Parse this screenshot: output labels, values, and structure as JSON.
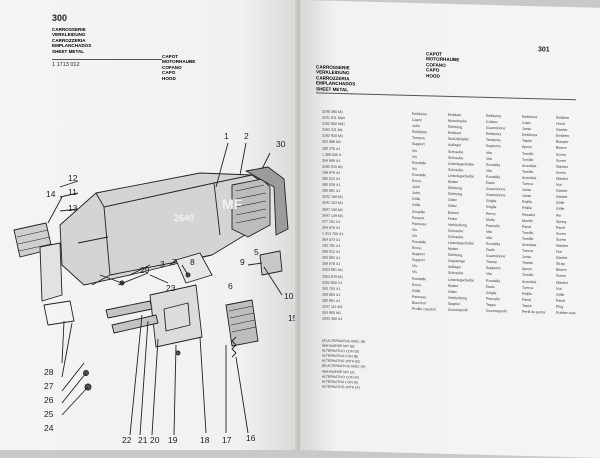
{
  "left_page": {
    "page_number": "300",
    "section_titles": [
      "CARROSSERIE",
      "VERKLEIDUNG",
      "CARROZZERIA",
      "EMPLANCHADOS",
      "SHEET METAL"
    ],
    "subsection_titles": [
      "CAPOT",
      "MOTORHAUBE",
      "COFANO",
      "CAPO",
      "HOOD"
    ],
    "ref_number": "1 1713 012"
  },
  "right_page": {
    "page_number": "301",
    "section_titles": [
      "CARROSSERIE",
      "VERKLEIDUNG",
      "CARROZZERIA",
      "EMPLANCHADOS",
      "SHEET METAL"
    ],
    "subsection_titles": [
      "CAPOT",
      "MOTORHAUBE",
      "COFANO",
      "CAPO",
      "HOOD"
    ],
    "part_numbers": [
      "3240 360 M1",
      "3241 011 M94",
      "3162 900 M91",
      "3163 311 M1",
      "3162 920 M1",
      "353 688 M1",
      "180 378 X1",
      "1 389 045 X",
      "354 909 X1",
      "3162 915 M1",
      "196 879 X1",
      "380 023 X1",
      "380 028 X1",
      "390 881 X1",
      "3242 166 M1",
      "3241 183 M1",
      "3047 150 M1",
      "3047 149 M1",
      "377 151 X1",
      "354 678 X1",
      "1 413 760 X1",
      "354 573 X1",
      "193 782 X1",
      "358 912 X1",
      "393 883 X1",
      "358 878 X1",
      "3353 881 M1",
      "3353 876 M1",
      "3352 850 X1",
      "353 703 X1",
      "359 683 X1",
      "380 881 X1",
      "3347 111 M1",
      "353 905 M1",
      "3343 300 X1"
    ],
    "names_fr": [
      "Emblème",
      "Capot",
      "Joint",
      "Emblème",
      "Tampon",
      "Support",
      "Vis",
      "Vis",
      "Rondelle",
      "Vis",
      "Rondelle",
      "Ecrou",
      "Joint",
      "Joint",
      "Grille",
      "Grille",
      "Goupille",
      "Ressort",
      "Panneau",
      "Vis",
      "Vis",
      "Rondelle",
      "Ecrou",
      "Support",
      "Support",
      "Vis",
      "Vis",
      "Rondelle",
      "Ecrou",
      "Grille",
      "Panneau",
      "Bouchon",
      "Profilé caoutch."
    ],
    "names_de": [
      "Emblem",
      "Motorhaube",
      "Dichtung",
      "Emblem",
      "Stoßdämpfer",
      "Auflager",
      "Schraube",
      "Schraube",
      "Unterlegscheibe",
      "Schraube",
      "Unterlegscheibe",
      "Mutter",
      "Dichtung",
      "Dichtung",
      "Gitter",
      "Gitter",
      "Bolzen",
      "Feder",
      "Verkleidung",
      "Schraube",
      "Schraube",
      "Unterlegscheibe",
      "Mutter",
      "Dichtung",
      "Zugstange",
      "Auflager",
      "Schraube",
      "Unterlegscheibe",
      "Mutter",
      "Gitter",
      "Verkleidung",
      "Stopfen",
      "Gummiprofil"
    ],
    "names_it": [
      "Emblema",
      "Cofano",
      "Guarnizione",
      "Emblema",
      "Tampone",
      "Supporto",
      "Vite",
      "Vite",
      "Rondella",
      "Vite",
      "Rondella",
      "Dado",
      "Guarnizione",
      "Guarnizione",
      "Griglia",
      "Griglia",
      "Perno",
      "Molla",
      "Pannello",
      "Vite",
      "Vite",
      "Rondella",
      "Dado",
      "Guarnizione",
      "Tirante",
      "Supporto",
      "Vite",
      "Rondella",
      "Dado",
      "Griglia",
      "Pannello",
      "Tappo",
      "Gommaprofil"
    ],
    "names_es": [
      "Emblema",
      "Capo",
      "Junta",
      "Emblema",
      "Tapón",
      "Apoyo",
      "Tornillo",
      "Tornillo",
      "Arandela",
      "Tornillo",
      "Arandela",
      "Tuerca",
      "Junta",
      "Junta",
      "Rejilla",
      "Rejilla",
      "Pasador",
      "Muelle",
      "Panel",
      "Tornillo",
      "Tornillo",
      "Arandela",
      "Tuerca",
      "Junta",
      "Tirante",
      "Apoyo",
      "Tornillo",
      "Arandela",
      "Tuerca",
      "Rejilla",
      "Panel",
      "Tapón",
      "Perfil de goma"
    ],
    "names_en": [
      "Emblem",
      "Hood",
      "Gasket",
      "Emblem",
      "Bumper",
      "Bearer",
      "Screw",
      "Screw",
      "Washer",
      "Screw",
      "Washer",
      "Nut",
      "Gasket",
      "Gasket",
      "Grille",
      "Grille",
      "Pin",
      "Spring",
      "Panel",
      "Screw",
      "Screw",
      "Washer",
      "Nut",
      "Gasket",
      "Strap",
      "Bearer",
      "Screw",
      "Washer",
      "Nut",
      "Grille",
      "Panel",
      "Plug",
      "Rubber seal"
    ],
    "alternatives": [
      "(A) ALTERNATIVE AVEC (B)",
      "WAHLWEISE MIT (B)",
      "ALTERNATIVO CON (B)",
      "ALTERNATIVA CON (B)",
      "ALTERNATIVE WITH (B)",
      "(B) ALTERNATIVE AVEC (A)",
      "WAHLWEISE MIT (A)",
      "ALTERNATIVO CON (A)",
      "ALTERNATIVA CON (A)",
      "ALTERNATIVE WITH (A)"
    ]
  },
  "diagram": {
    "callouts": [
      "1",
      "2",
      "3",
      "5",
      "6",
      "7",
      "8",
      "9",
      "10",
      "11",
      "12",
      "13",
      "14",
      "15",
      "16",
      "17",
      "18",
      "19",
      "20",
      "21",
      "22",
      "23",
      "24",
      "25",
      "26",
      "27",
      "28",
      "29",
      "30"
    ],
    "badge_text": "2640",
    "logo_text": "MF"
  }
}
